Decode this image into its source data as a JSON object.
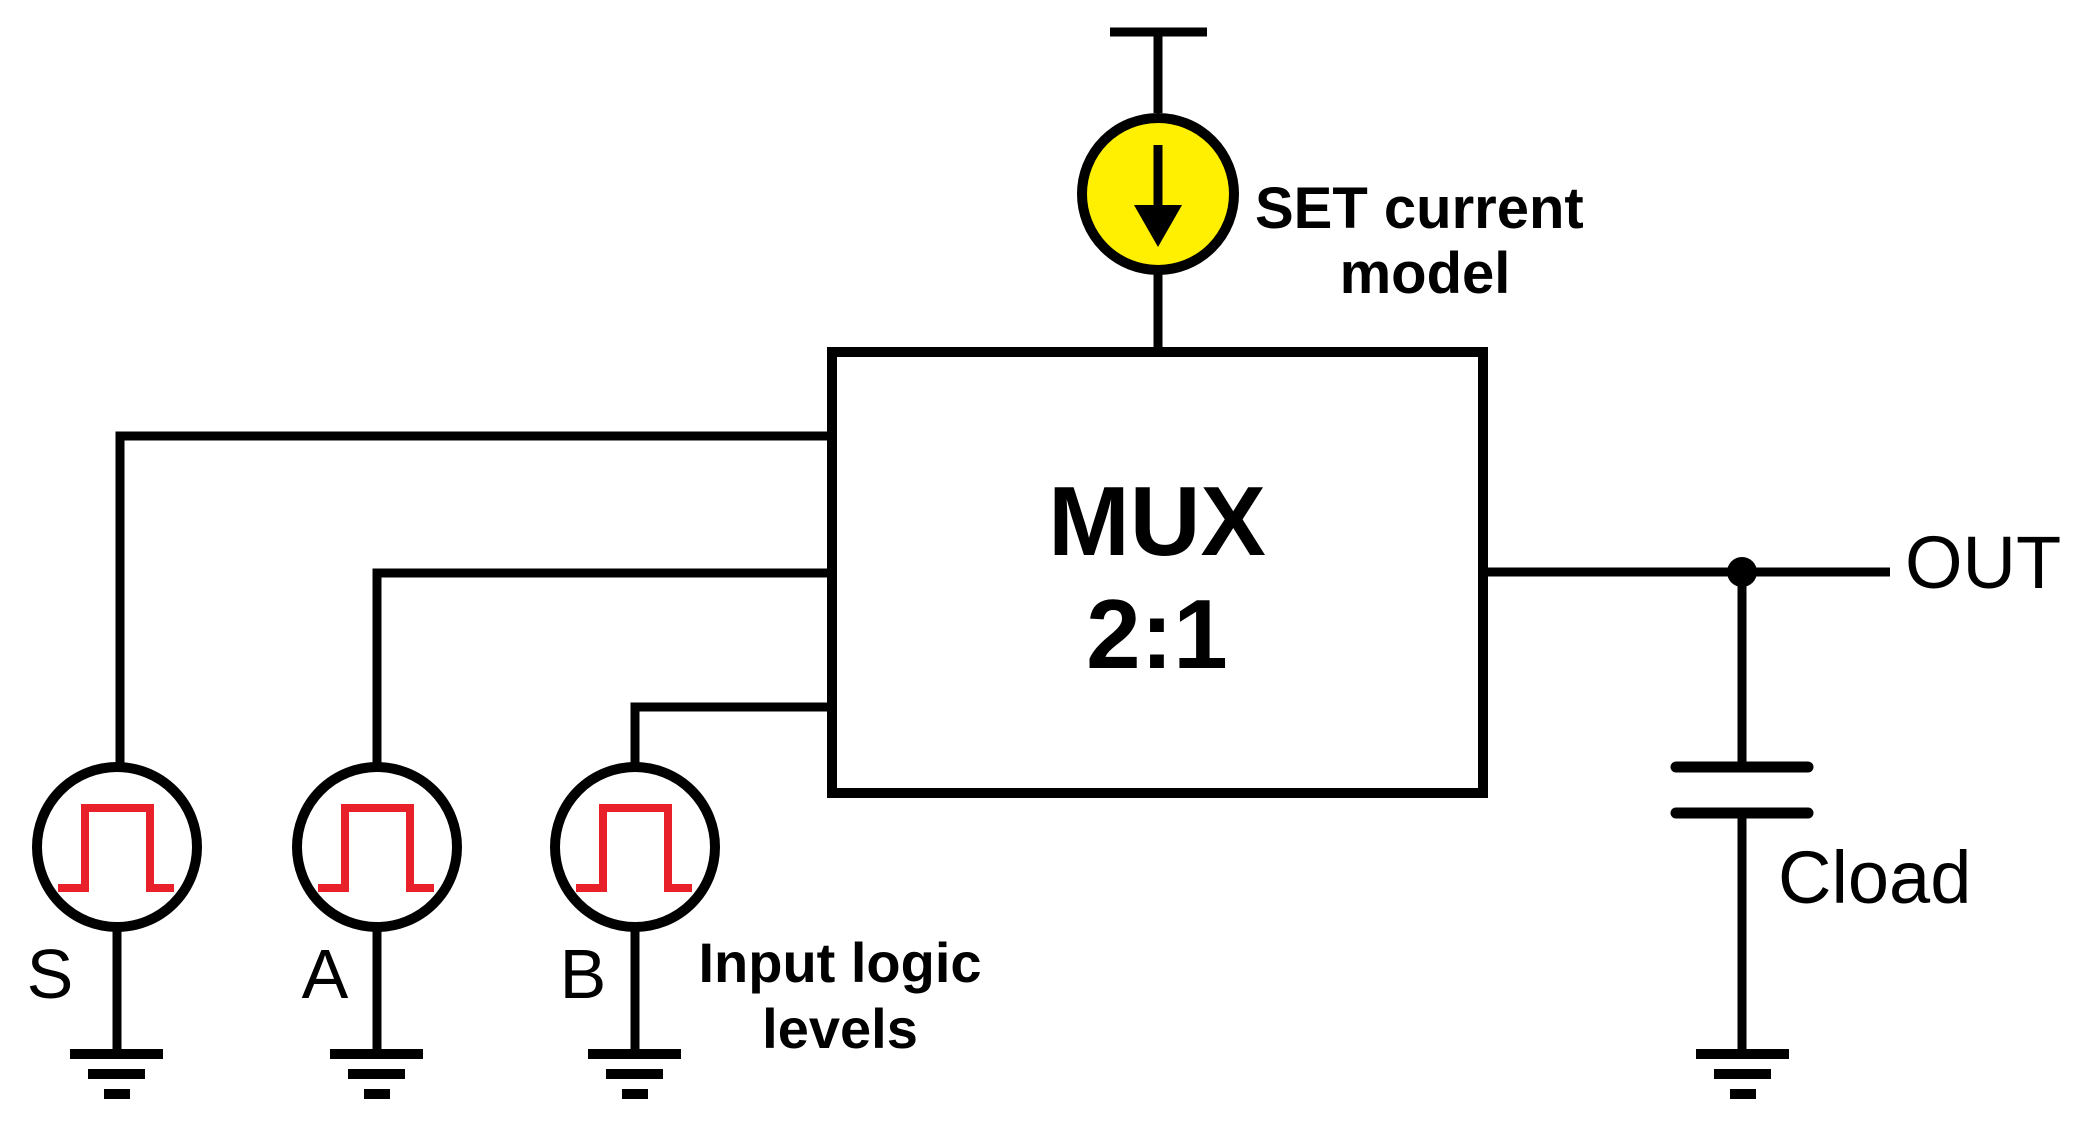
{
  "colors": {
    "wire": "#000000",
    "pulse": "#e8202a",
    "current_source_fill": "#ffef00",
    "background": "#ffffff"
  },
  "mux": {
    "line1": "MUX",
    "line2": "2:1"
  },
  "set_current": {
    "line1": "SET current",
    "line2": "model",
    "icon": "arrow-down-icon"
  },
  "output": {
    "label": "OUT"
  },
  "capacitor": {
    "label": "Cload"
  },
  "inputs": {
    "s": {
      "label": "S",
      "icon": "square-pulse-icon"
    },
    "a": {
      "label": "A",
      "icon": "square-pulse-icon"
    },
    "b": {
      "label": "B",
      "icon": "square-pulse-icon"
    }
  },
  "input_caption": {
    "line1": "Input logic",
    "line2": "levels"
  }
}
